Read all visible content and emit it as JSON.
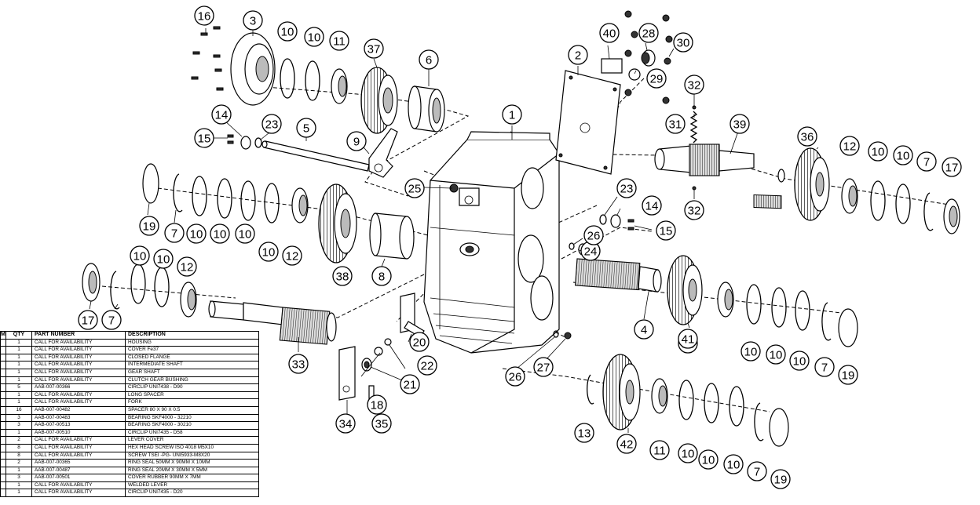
{
  "bom": {
    "headers": {
      "item": "M",
      "qty": "QTY",
      "part_number": "PART NUMBER",
      "description": "DESCRIPTION"
    },
    "rows": [
      {
        "qty": "1",
        "part_number": "CALL FOR AVAILABILITY",
        "description": "HOUSING"
      },
      {
        "qty": "1",
        "part_number": "CALL FOR AVAILABILITY",
        "description": "COVER Fe37"
      },
      {
        "qty": "1",
        "part_number": "CALL FOR AVAILABILITY",
        "description": "CLOSED FLANGE"
      },
      {
        "qty": "1",
        "part_number": "CALL FOR AVAILABILITY",
        "description": "INTERMEDIATE SHAFT"
      },
      {
        "qty": "1",
        "part_number": "CALL FOR AVAILABILITY",
        "description": "GEAR SHAFT"
      },
      {
        "qty": "1",
        "part_number": "CALL FOR AVAILABILITY",
        "description": "CLUTCH GEAR BUSHING"
      },
      {
        "qty": "5",
        "part_number": "AAB-007-00366",
        "description": "CIRCLIP UNI7438 - D90"
      },
      {
        "qty": "1",
        "part_number": "CALL FOR AVAILABILITY",
        "description": "LONG SPACER"
      },
      {
        "qty": "1",
        "part_number": "CALL FOR AVAILABILITY",
        "description": "FORK"
      },
      {
        "qty": "16",
        "part_number": "AAB-007-00482",
        "description": "SPACER 80 X 90 X 0.5"
      },
      {
        "qty": "3",
        "part_number": "AAB-007-00483",
        "description": "BEARING SKF4000 - 32210"
      },
      {
        "qty": "3",
        "part_number": "AAB-007-00513",
        "description": "BEARING SKF4000 - 30210"
      },
      {
        "qty": "1",
        "part_number": "AAB-007-00510",
        "description": "CIRCLIP UNI7435 - D58"
      },
      {
        "qty": "2",
        "part_number": "CALL FOR AVAILABILITY",
        "description": "LEVER COVER"
      },
      {
        "qty": "8",
        "part_number": "CALL FOR AVAILABILITY",
        "description": "HEX HEAD SCREW ISO 4018 M5X10"
      },
      {
        "qty": "8",
        "part_number": "CALL FOR AVAILABILITY",
        "description": "SCREW TSEI -PG- UNI5933-M8X20"
      },
      {
        "qty": "2",
        "part_number": "AAB-007-00365",
        "description": "RING SEAL 50MM X 90MM X 10MM"
      },
      {
        "qty": "1",
        "part_number": "AAB-007-00487",
        "description": "RING SEAL 20MM X 30MM X 5MM"
      },
      {
        "qty": "3",
        "part_number": "AAB-007-00501",
        "description": "COVER RUBBER 90MM X 7MM"
      },
      {
        "qty": "1",
        "part_number": "CALL FOR AVAILABILITY",
        "description": "WELDED LEVER"
      },
      {
        "qty": "1",
        "part_number": "CALL FOR AVAILABILITY",
        "description": "CIRCLIP UNI7435 - D20"
      }
    ]
  },
  "callouts": [
    "1",
    "2",
    "3",
    "4",
    "5",
    "6",
    "7",
    "8",
    "9",
    "10",
    "11",
    "12",
    "13",
    "14",
    "15",
    "16",
    "17",
    "18",
    "19",
    "20",
    "21",
    "22",
    "23",
    "24",
    "25",
    "26",
    "27",
    "28",
    "29",
    "30",
    "31",
    "32",
    "33",
    "34",
    "35",
    "36",
    "37",
    "38",
    "39",
    "40",
    "41",
    "42"
  ]
}
